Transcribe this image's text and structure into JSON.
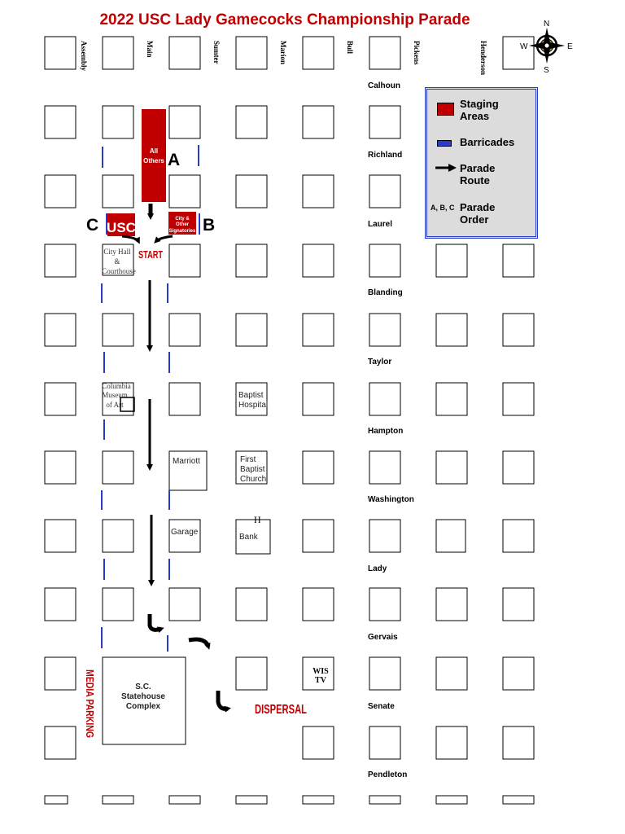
{
  "title": "2022 USC Lady Gamecocks Championship Parade",
  "compass": {
    "n": "N",
    "s": "S",
    "e": "E",
    "w": "W",
    "icon": "compass-rose-icon"
  },
  "colors": {
    "staging": "#c00000",
    "barricade": "#2a3cc6",
    "title": "#c00000",
    "legend_bg": "#dcdcdc"
  },
  "legend": {
    "staging": "Staging Areas",
    "barricades": "Barricades",
    "route": "Parade Route",
    "order_symbol": "A, B, C",
    "order": "Parade Order"
  },
  "vertical_streets": [
    "Assembly",
    "Main",
    "Sumter",
    "Marion",
    "Bull",
    "Pickens",
    "Henderson"
  ],
  "horizontal_streets": [
    "Calhoun",
    "Richland",
    "Laurel",
    "Blanding",
    "Taylor",
    "Hampton",
    "Washington",
    "Lady",
    "Gervais",
    "Senate",
    "Pendleton"
  ],
  "staging": {
    "all_others": "All Others",
    "usc": "USC",
    "city": "City & Other Signatories"
  },
  "order_letters": {
    "a": "A",
    "b": "B",
    "c": "C"
  },
  "labels": {
    "start": "START",
    "dispersal": "DISPERSAL",
    "media_parking": "MEDIA PARKING",
    "city_hall": "City Hall & Courthouse",
    "museum": "Columbia Museum of Art",
    "baptist_hospital": "Baptist Hospital",
    "marriott": "Marriott",
    "first_baptist": "First Baptist Church",
    "garage": "Garage",
    "bank": "Bank",
    "h": "H",
    "statehouse": "S.C. Statehouse Complex",
    "wis": "WIS TV"
  }
}
